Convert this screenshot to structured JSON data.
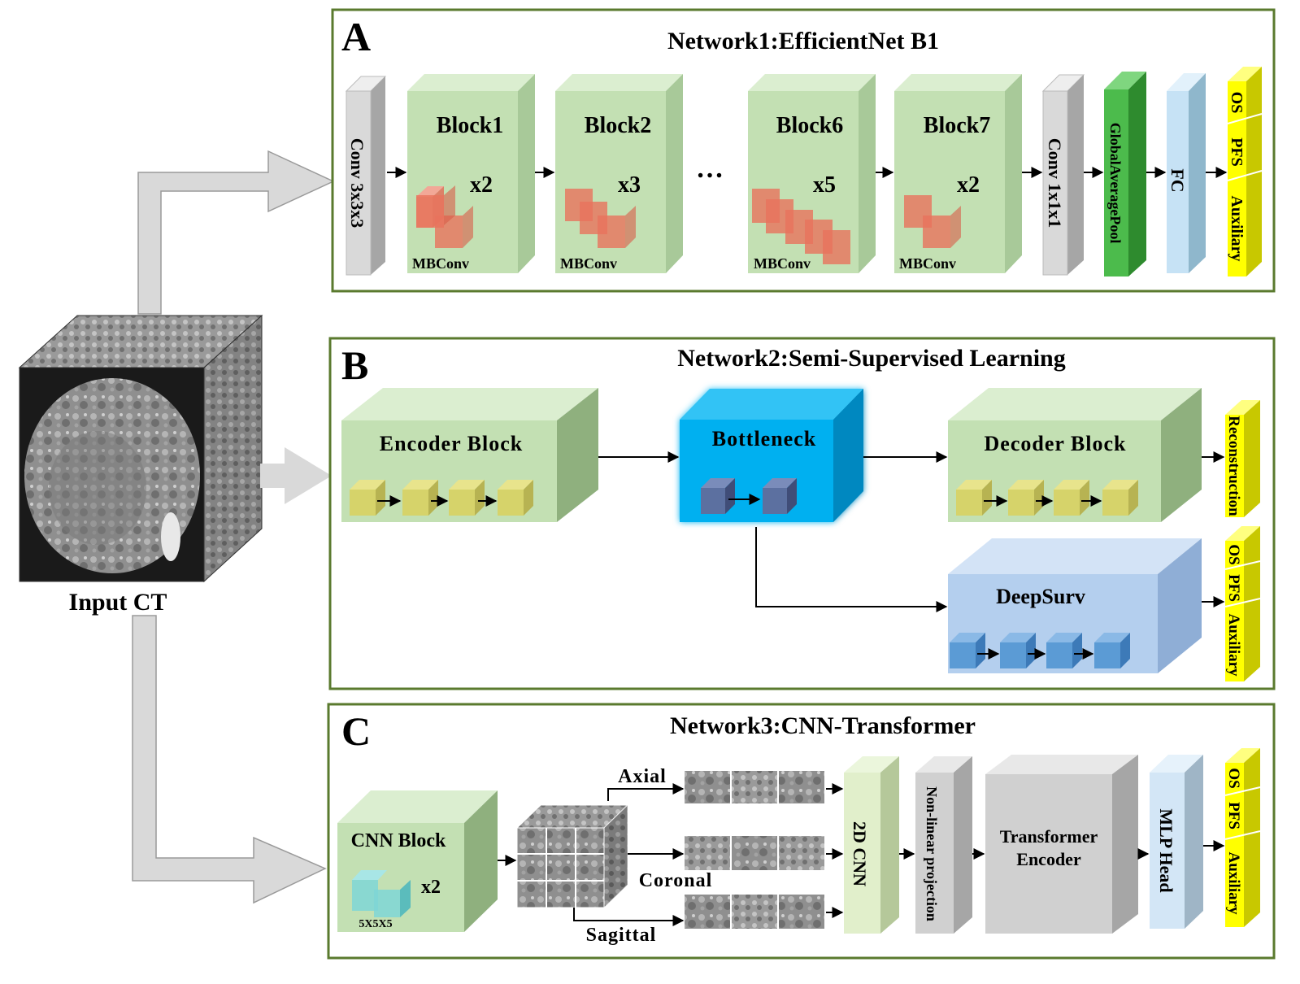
{
  "input": {
    "label": "Input CT"
  },
  "panel_a": {
    "letter": "A",
    "title": "Network1:EfficientNet B1",
    "conv_in": "Conv 3x3x3",
    "blocks": [
      {
        "name": "Block1",
        "mult": "x2",
        "mbconv": "MBConv"
      },
      {
        "name": "Block2",
        "mult": "x3",
        "mbconv": "MBConv"
      },
      {
        "name": "Block6",
        "mult": "x5",
        "mbconv": "MBConv"
      },
      {
        "name": "Block7",
        "mult": "x2",
        "mbconv": "MBConv"
      }
    ],
    "ellipsis": "…",
    "conv_out": "Conv 1x1x1",
    "pool": "GlobalAveragePool",
    "fc": "FC",
    "outputs": [
      "OS",
      "PFS",
      "Auxiliary"
    ]
  },
  "panel_b": {
    "letter": "B",
    "title": "Network2:Semi-Supervised Learning",
    "encoder": "Encoder Block",
    "bottleneck": "Bottleneck",
    "decoder": "Decoder Block",
    "deepsurv": "DeepSurv",
    "recon_output": "Reconstruction",
    "outputs": [
      "OS",
      "PFS",
      "Auxiliary"
    ]
  },
  "panel_c": {
    "letter": "C",
    "title": "Network3:CNN-Transformer",
    "cnn_block": "CNN Block",
    "cnn_mult": "x2",
    "kernel": "5X5X5",
    "views": [
      "Axial",
      "Coronal",
      "Sagittal"
    ],
    "cnn2d": "2D CNN",
    "projection": "Non-linear projection",
    "transformer_line1": "Transformer",
    "transformer_line2": "Encoder",
    "mlp": "MLP Head",
    "outputs": [
      "OS",
      "PFS",
      "Auxiliary"
    ]
  },
  "colors": {
    "panel_border": "#5a7a2e",
    "block_green": "#c3e0b3",
    "bottleneck_blue": "#00b0f0",
    "deepsurv_blue": "#b4cfee",
    "output_yellow": "#ffff00",
    "pool_green": "#4cbb4c",
    "fc_blue": "#c6e2f5",
    "gray_block": "#d9d9d9"
  }
}
